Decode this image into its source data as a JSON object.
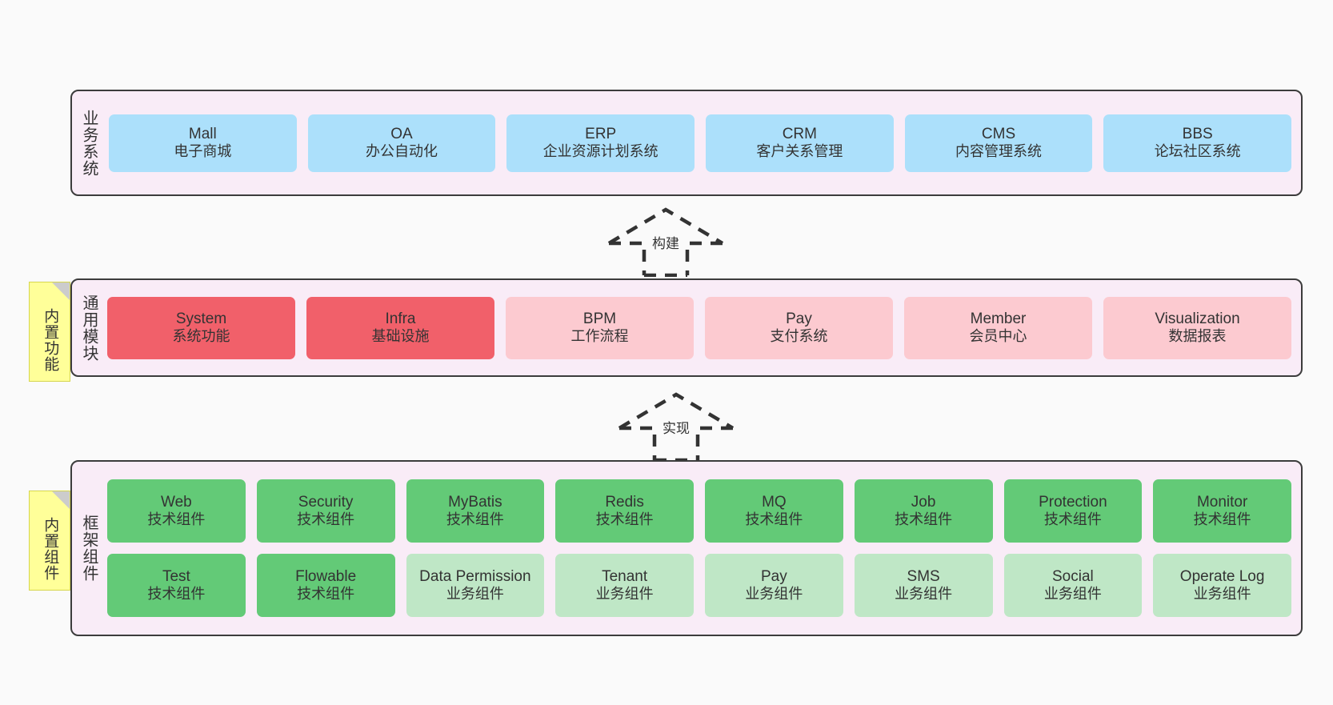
{
  "diagram": {
    "background_color": "#fafafa",
    "band_fill": "#f9ecf7",
    "band_border": "#3c3c3c",
    "note_fill": "#ffff99",
    "note_fold": "#cccccc"
  },
  "notes": [
    {
      "id": "builtin-features",
      "label": "内置功能"
    },
    {
      "id": "builtin-components",
      "label": "内置组件"
    }
  ],
  "bands": [
    {
      "id": "business-systems",
      "title": "业务系统",
      "color": "#ace0fb",
      "rows": [
        [
          {
            "en": "Mall",
            "cn": "电子商城",
            "color": "#ace0fb"
          },
          {
            "en": "OA",
            "cn": "办公自动化",
            "color": "#ace0fb"
          },
          {
            "en": "ERP",
            "cn": "企业资源计划系统",
            "color": "#ace0fb"
          },
          {
            "en": "CRM",
            "cn": "客户关系管理",
            "color": "#ace0fb"
          },
          {
            "en": "CMS",
            "cn": "内容管理系统",
            "color": "#ace0fb"
          },
          {
            "en": "BBS",
            "cn": "论坛社区系统",
            "color": "#ace0fb"
          }
        ]
      ]
    },
    {
      "id": "common-modules",
      "title": "通用模块",
      "rows": [
        [
          {
            "en": "System",
            "cn": "系统功能",
            "color": "#f1606a"
          },
          {
            "en": "Infra",
            "cn": "基础设施",
            "color": "#f1606a"
          },
          {
            "en": "BPM",
            "cn": "工作流程",
            "color": "#fccad0"
          },
          {
            "en": "Pay",
            "cn": "支付系统",
            "color": "#fccad0"
          },
          {
            "en": "Member",
            "cn": "会员中心",
            "color": "#fccad0"
          },
          {
            "en": "Visualization",
            "cn": "数据报表",
            "color": "#fccad0"
          }
        ]
      ]
    },
    {
      "id": "framework-components",
      "title": "框架组件",
      "rows": [
        [
          {
            "en": "Web",
            "cn": "技术组件",
            "color": "#63ca77"
          },
          {
            "en": "Security",
            "cn": "技术组件",
            "color": "#63ca77"
          },
          {
            "en": "MyBatis",
            "cn": "技术组件",
            "color": "#63ca77"
          },
          {
            "en": "Redis",
            "cn": "技术组件",
            "color": "#63ca77"
          },
          {
            "en": "MQ",
            "cn": "技术组件",
            "color": "#63ca77"
          },
          {
            "en": "Job",
            "cn": "技术组件",
            "color": "#63ca77"
          },
          {
            "en": "Protection",
            "cn": "技术组件",
            "color": "#63ca77"
          },
          {
            "en": "Monitor",
            "cn": "技术组件",
            "color": "#63ca77"
          }
        ],
        [
          {
            "en": "Test",
            "cn": "技术组件",
            "color": "#63ca77"
          },
          {
            "en": "Flowable",
            "cn": "技术组件",
            "color": "#63ca77"
          },
          {
            "en": "Data Permission",
            "cn": "业务组件",
            "color": "#bfe7c6"
          },
          {
            "en": "Tenant",
            "cn": "业务组件",
            "color": "#bfe7c6"
          },
          {
            "en": "Pay",
            "cn": "业务组件",
            "color": "#bfe7c6"
          },
          {
            "en": "SMS",
            "cn": "业务组件",
            "color": "#bfe7c6"
          },
          {
            "en": "Social",
            "cn": "业务组件",
            "color": "#bfe7c6"
          },
          {
            "en": "Operate Log",
            "cn": "业务组件",
            "color": "#bfe7c6"
          }
        ]
      ]
    }
  ],
  "connectors": [
    {
      "id": "build",
      "label": "构建",
      "style": "dashed-hollow-arrow-up"
    },
    {
      "id": "implement",
      "label": "实现",
      "style": "dashed-hollow-arrow-up"
    }
  ]
}
